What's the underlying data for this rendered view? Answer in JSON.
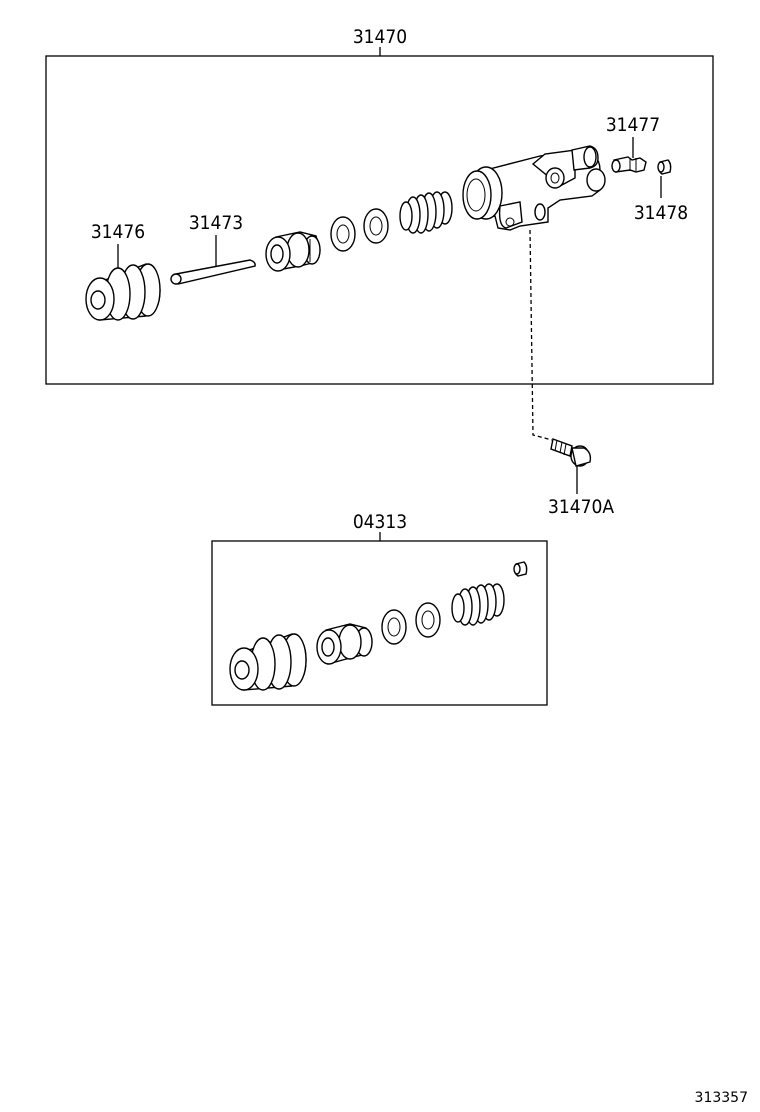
{
  "diagram": {
    "labels": {
      "assembly": "31470",
      "boot": "31476",
      "push_rod": "31473",
      "bleeder_plug": "31477",
      "bleeder_cap": "31478",
      "bolt": "31470A",
      "kit": "04313"
    },
    "reference_number": "313357"
  }
}
